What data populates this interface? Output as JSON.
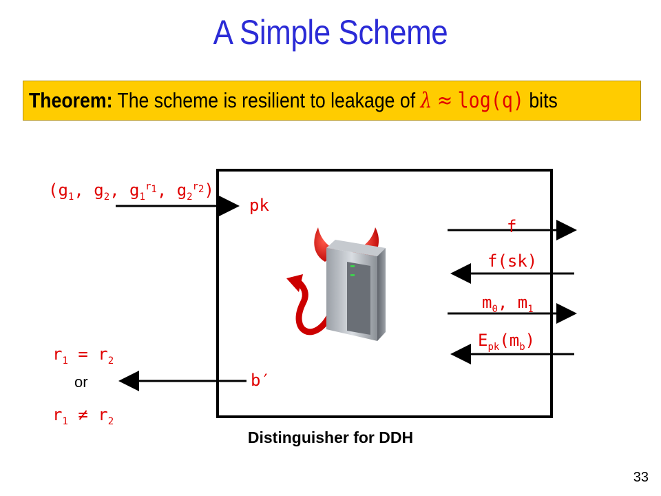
{
  "title": "A Simple Scheme",
  "theorem": {
    "label": "Theorem:",
    "text": "The scheme is resilient to leakage of",
    "lambda": "λ",
    "approx": "≈",
    "logq": "log(q)",
    "suffix": "bits"
  },
  "diagram": {
    "input_tuple": {
      "open": "(g",
      "s1": "1",
      "c1": ", g",
      "s2": "2",
      "c2": ", g",
      "s3": "1",
      "p3": "r",
      "ps3": "1",
      "c3": ", g",
      "s4": "2",
      "p4": "r",
      "ps4": "2",
      "close": ")"
    },
    "pk_label": "pk",
    "f_label": "f",
    "fsk_label": "f(sk)",
    "m_label": {
      "m": "m",
      "s0": "0",
      "mid": ", m",
      "s1": "1"
    },
    "epk_label": {
      "e": "E",
      "sub": "pk",
      "open": "(m",
      "subb": "b",
      "close": ")"
    },
    "bprime_label": "b′",
    "eq_label": {
      "r": "r",
      "s1": "1",
      "op": " = r",
      "s2": "2"
    },
    "or_label": "or",
    "neq_label": {
      "r": "r",
      "s1": "1",
      "op": " ≠ r",
      "s2": "2"
    },
    "caption": "Distinguisher for DDH"
  },
  "page_number": "33",
  "colors": {
    "title": "#2b2bd6",
    "highlight": "#ffcc00",
    "math": "#e00000"
  }
}
